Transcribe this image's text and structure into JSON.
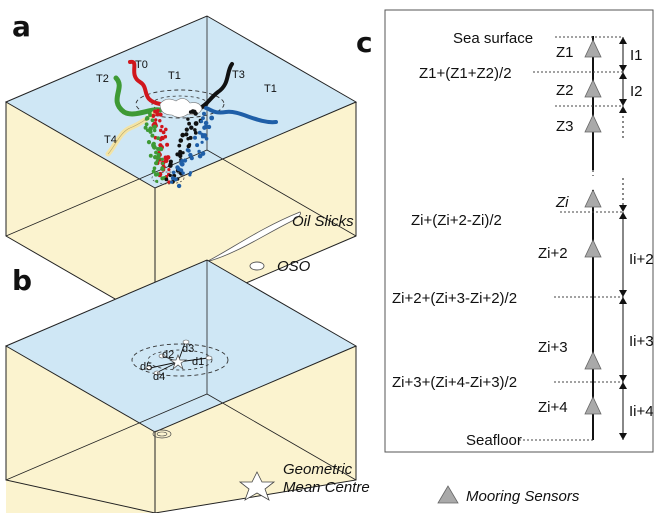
{
  "panels": {
    "a": "a",
    "b": "b",
    "c": "c"
  },
  "panel_a": {
    "tracks": [
      "T0",
      "T1",
      "T2",
      "T3",
      "T1",
      "T4"
    ]
  },
  "panel_b": {
    "distances": [
      "d1",
      "d2",
      "d3",
      "d4",
      "d5"
    ]
  },
  "legend": {
    "oil_slicks": "Oil Slicks",
    "oso": "OSO",
    "geometric_line1": "Geometric",
    "geometric_line2": "Mean Centre",
    "mooring": "Mooring Sensors"
  },
  "panel_c": {
    "sea_surface": "Sea surface",
    "seafloor": "Seafloor",
    "sensors": [
      "Z1",
      "Z2",
      "Z3",
      "Zi",
      "Zi+2",
      "Zi+3",
      "Zi+4"
    ],
    "midpoints": [
      "Z1+(Z1+Z2)/2",
      "Zi+(Zi+2-Zi)/2",
      "Zi+2+(Zi+3-Zi+2)/2",
      "Zi+3+(Zi+4-Zi+3)/2"
    ],
    "intervals": [
      "I1",
      "I2",
      "Ii+2",
      "Ii+3",
      "Ii+4"
    ]
  },
  "colors": {
    "sea": "#cfe7f5",
    "floor": "#fbf3cf",
    "t0": "#d0161c",
    "t1_black": "#111111",
    "t1_blue": "#1f5fa8",
    "t2": "#3e9a35",
    "t4": "#f3e4a6",
    "sensor": "#a9a9a9"
  },
  "icons": [
    "oil-slick-icon",
    "oso-icon",
    "star-icon",
    "triangle-icon"
  ]
}
